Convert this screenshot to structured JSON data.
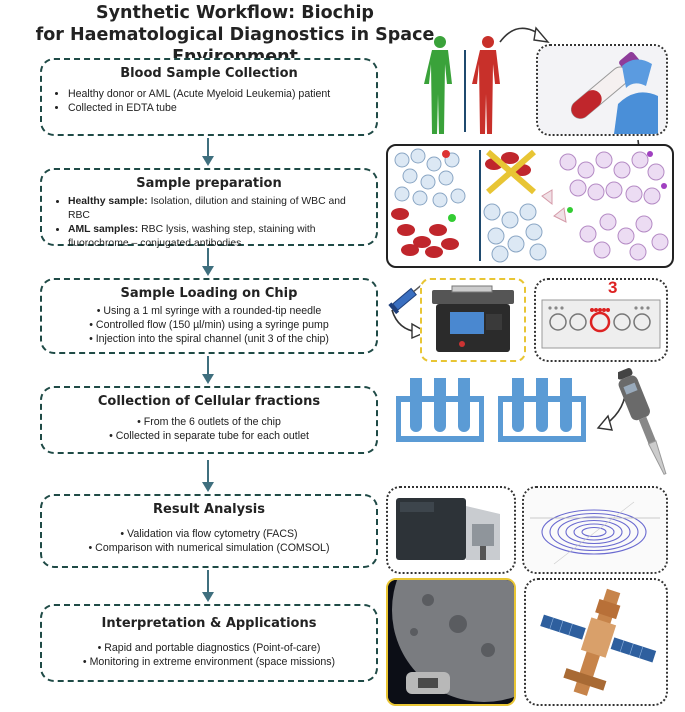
{
  "title": {
    "line1": "Synthetic Workflow: Biochip",
    "line2": "for Haematological Diagnostics in Space Environment"
  },
  "steps": [
    {
      "heading": "Blood Sample Collection",
      "bullets": [
        "Healthy donor or AML (Acute Myeloid Leukemia) patient",
        "Collected in EDTA tube"
      ]
    },
    {
      "heading": "Sample preparation",
      "bullets": [
        {
          "bold": "Healthy sample:",
          "text": " Isolation, dilution and staining of WBC and RBC"
        },
        {
          "bold": "AML samples:",
          "text": " RBC lysis, washing step, staining with fluorochrome – conjugated antibodies"
        }
      ]
    },
    {
      "heading": "Sample Loading on Chip",
      "bullets": [
        "Using a 1 ml syringe with a rounded-tip needle",
        "Controlled flow (150 µl/min) using a syringe pump",
        "Injection into the spiral channel (unit 3 of the chip)"
      ]
    },
    {
      "heading": "Collection of Cellular fractions",
      "bullets": [
        "From the 6 outlets of the chip",
        "Collected in separate tube for each outlet"
      ]
    },
    {
      "heading": "Result Analysis",
      "bullets": [
        "Validation via flow cytometry (FACS)",
        "Comparison with numerical simulation (COMSOL)"
      ]
    },
    {
      "heading": "Interpretation & Applications",
      "bullets": [
        "Rapid and portable diagnostics (Point-of-care)",
        "Monitoring in extreme environment (space missions)"
      ]
    }
  ],
  "chip_unit_label": "3",
  "colors": {
    "box_border": "#1f4a46",
    "arrow": "#3f6f7e",
    "healthy_figure": "#3aa23a",
    "patient_figure": "#c8302a",
    "tube_blue": "#5b9bd5",
    "panel_border_yellow": "#e8c534"
  }
}
